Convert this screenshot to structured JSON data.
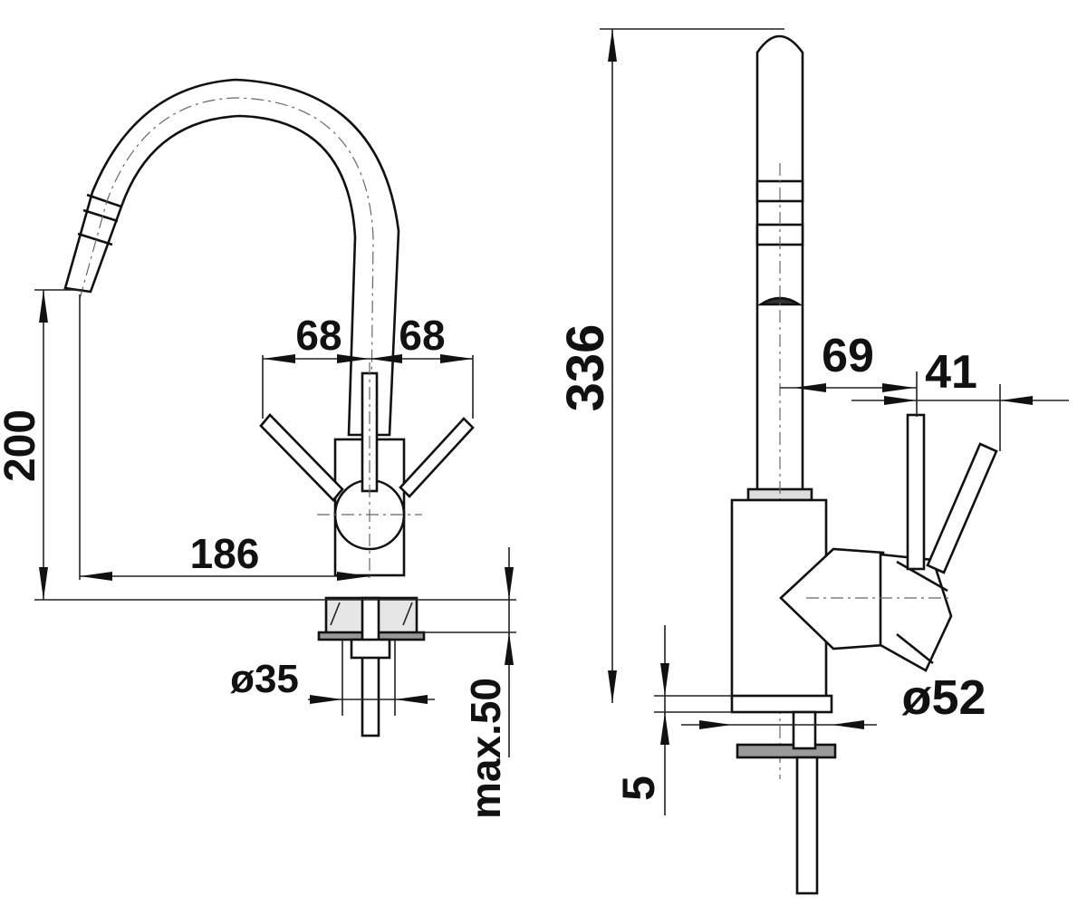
{
  "left_view": {
    "dim_height": "200",
    "dim_reach": "186",
    "dim_handle_left": "68",
    "dim_handle_right": "68",
    "dim_hole": "ø35",
    "dim_thickness": "max.50"
  },
  "right_view": {
    "dim_height": "336",
    "dim_lever_offset": "69",
    "dim_lever_extra": "41",
    "dim_base": "ø52",
    "dim_plate": "5"
  }
}
